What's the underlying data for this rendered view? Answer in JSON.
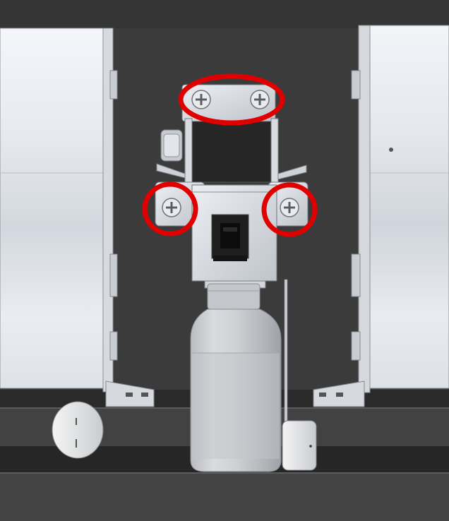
{
  "scene": {
    "subject": "mechanical-assembly-render",
    "highlight_color": "#e00000",
    "background_color": "#3a3a3a",
    "highlighted_screws": 4,
    "highlight_marks": [
      {
        "id": "top-bracket-screws",
        "screws": 2
      },
      {
        "id": "left-mount-screw",
        "screws": 1
      },
      {
        "id": "right-mount-screw",
        "screws": 1
      }
    ]
  }
}
